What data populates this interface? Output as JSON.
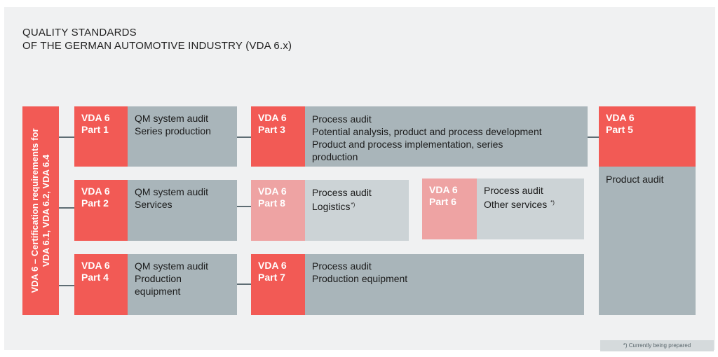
{
  "title": {
    "line1": "QUALITY STANDARDS",
    "line2": "OF THE GERMAN AUTOMOTIVE INDUSTRY (VDA 6.x)"
  },
  "side_label": {
    "line1": "VDA 6 – Certification requirements for",
    "line2": "VDA 6.1, VDA 6.2, VDA 6.4"
  },
  "boxes": {
    "part1": {
      "name1": "VDA 6",
      "name2": "Part 1",
      "desc1": "QM system audit",
      "desc2": "Series production"
    },
    "part2": {
      "name1": "VDA 6",
      "name2": "Part 2",
      "desc1": "QM system audit",
      "desc2": "Services"
    },
    "part4": {
      "name1": "VDA 6",
      "name2": "Part 4",
      "desc1": "QM system audit",
      "desc2": "Production",
      "desc3": "equipment"
    },
    "part3": {
      "name1": "VDA 6",
      "name2": "Part 3",
      "desc1": "Process audit",
      "desc2": "Potential analysis, product and process development",
      "desc3": "Product and process implementation, series production"
    },
    "part8": {
      "name1": "VDA 6",
      "name2": "Part 8",
      "desc1": "Process audit",
      "desc2": "Logistics",
      "mark": "*)"
    },
    "part6": {
      "name1": "VDA 6",
      "name2": "Part 6",
      "desc1": "Process audit",
      "desc2": "Other services",
      "mark": "*)"
    },
    "part7": {
      "name1": "VDA 6",
      "name2": "Part 7",
      "desc1": "Process audit",
      "desc2": "Production equipment"
    },
    "part5": {
      "name1": "VDA 6",
      "name2": "Part 5",
      "desc1": "Product audit"
    }
  },
  "footnote": "*) Currently being prepared",
  "colors": {
    "red": "#f25a55",
    "pink": "#eea3a3",
    "grey": "#a9b5ba",
    "light_grey": "#ccd3d6",
    "connector": "#5e6d74",
    "background": "#f0f1f2"
  }
}
